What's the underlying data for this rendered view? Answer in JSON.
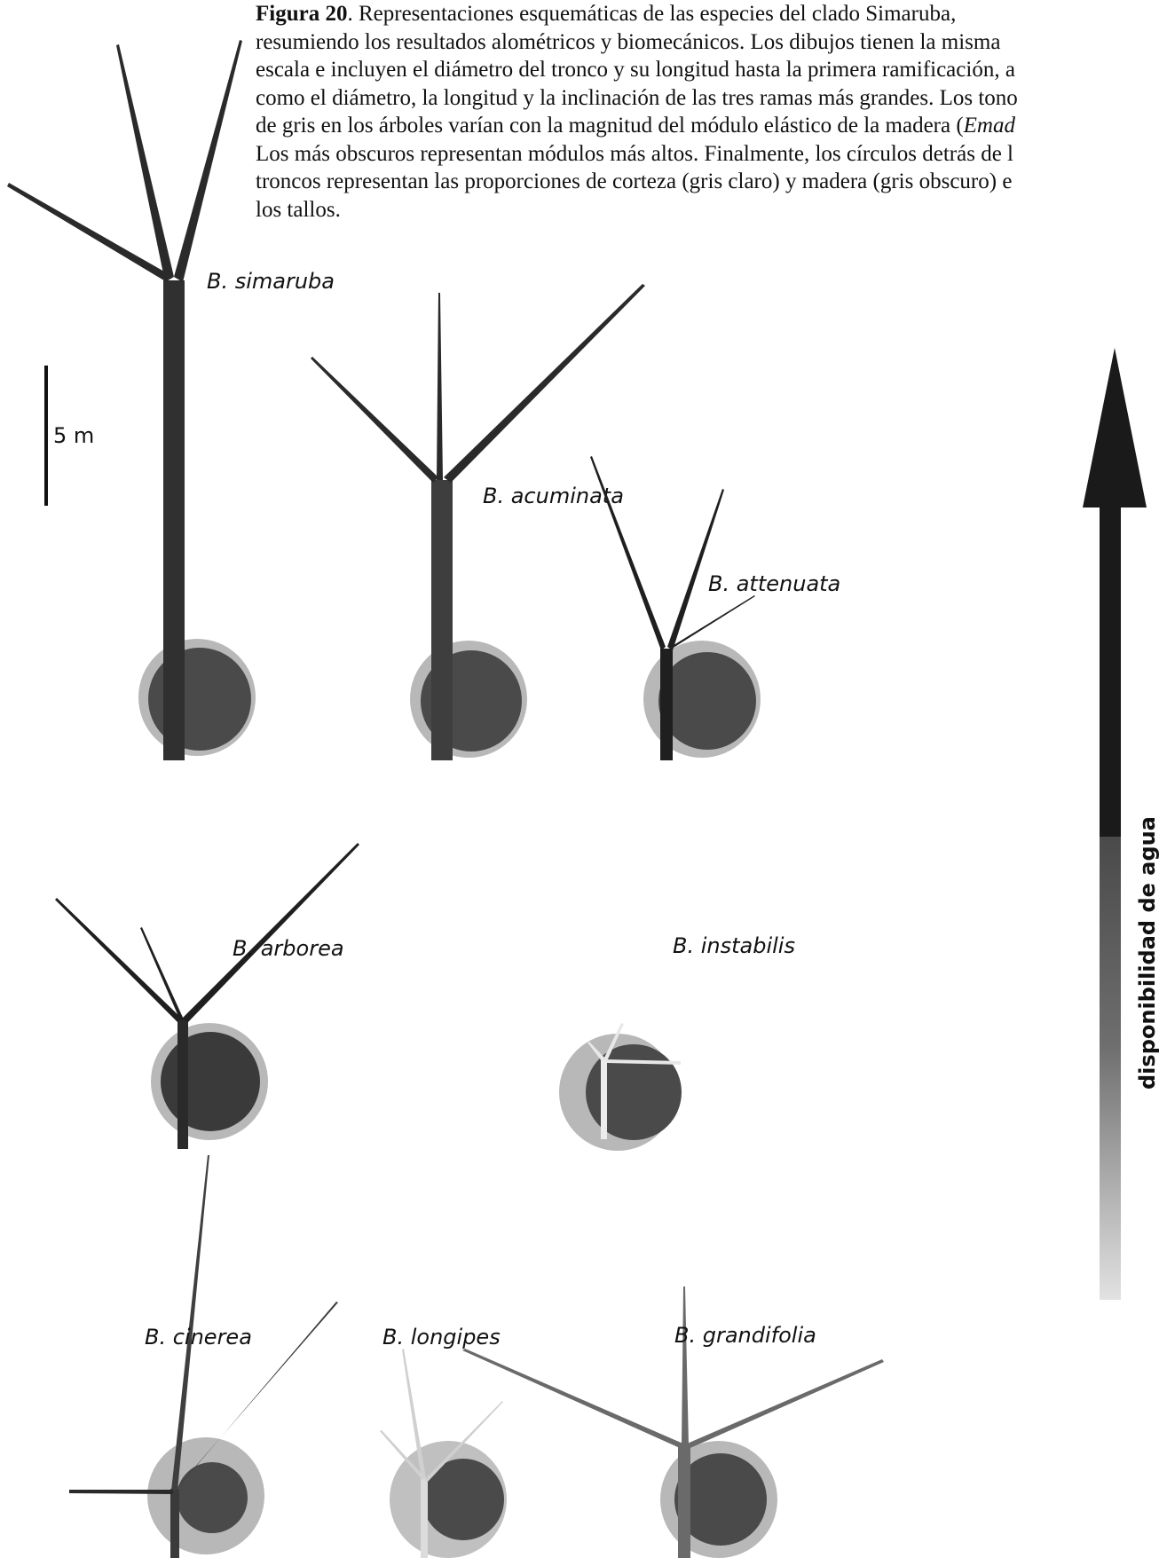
{
  "caption": {
    "figure_label": "Figura 20",
    "text_line1": ". Representaciones esquemáticas de las especies del clado Simaruba,",
    "lines": [
      "resumiendo los resultados alométricos y biomecánicos. Los dibujos tienen la misma",
      "escala e incluyen el diámetro del tronco y su longitud hasta la primera ramificación, a",
      "como el diámetro, la longitud y la inclinación de las tres ramas más grandes. Los tono",
      "de gris en los árboles varían con la magnitud del módulo elástico de la madera ("
    ],
    "emad": "Emad",
    "lines2": [
      "Los más obscuros representan módulos más altos. Finalmente, los círculos detrás de l",
      "troncos representan las proporciones de corteza (gris claro) y madera (gris obscuro) e",
      "los tallos."
    ]
  },
  "scale_bar": {
    "label": "5 m"
  },
  "gradient_axis": {
    "label": "disponibilidad de agua"
  },
  "species": [
    {
      "id": "simaruba",
      "label": "B. simaruba"
    },
    {
      "id": "acuminata",
      "label": "B. acuminata"
    },
    {
      "id": "attenuata",
      "label": "B. attenuata"
    },
    {
      "id": "arborea",
      "label": "B. arborea"
    },
    {
      "id": "instabilis",
      "label": "B. instabilis"
    },
    {
      "id": "cinerea",
      "label": "B. cinerea"
    },
    {
      "id": "longipes",
      "label": "B. longipes"
    },
    {
      "id": "grandifolia",
      "label": "B. grandifolia"
    }
  ],
  "colors": {
    "bark": "#b3b3b3",
    "wood": "#4a4a4a",
    "trunk_darkest": "#1f1f1f",
    "arrow": "#1a1a1a"
  }
}
